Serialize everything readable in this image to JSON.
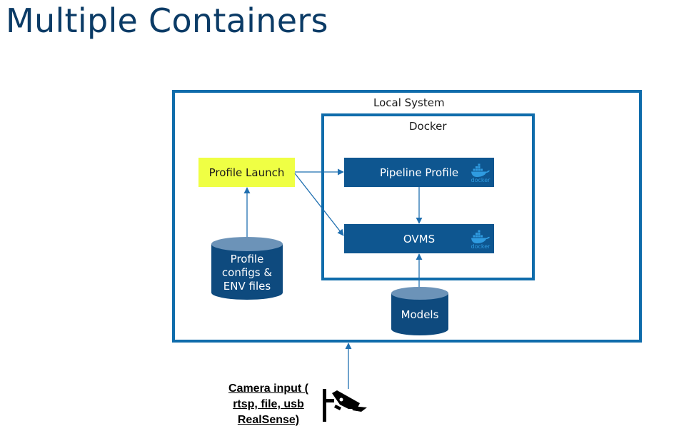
{
  "title": "Multiple Containers",
  "local_system": {
    "label": "Local System"
  },
  "docker": {
    "label": "Docker",
    "logo_text": "docker",
    "logo_icon": "docker-whale-icon"
  },
  "nodes": {
    "profile_launch": "Profile Launch",
    "pipeline_profile": "Pipeline Profile",
    "ovms": "OVMS",
    "profile_configs": [
      "Profile",
      "configs &",
      "ENV files"
    ],
    "models": "Models"
  },
  "camera": {
    "label_lines": [
      "Camera input (",
      "rtsp, file, usb",
      "RealSense)"
    ],
    "icon": "security-camera-icon"
  },
  "colors": {
    "title": "#0b3b66",
    "frame_border": "#0f6cab",
    "box_blue": "#0e5690",
    "profile_launch": "#efff44",
    "cylinder": "#0e4a7e",
    "cylinder_top": "#6c93b8",
    "arrow": "#1f6fb0"
  }
}
